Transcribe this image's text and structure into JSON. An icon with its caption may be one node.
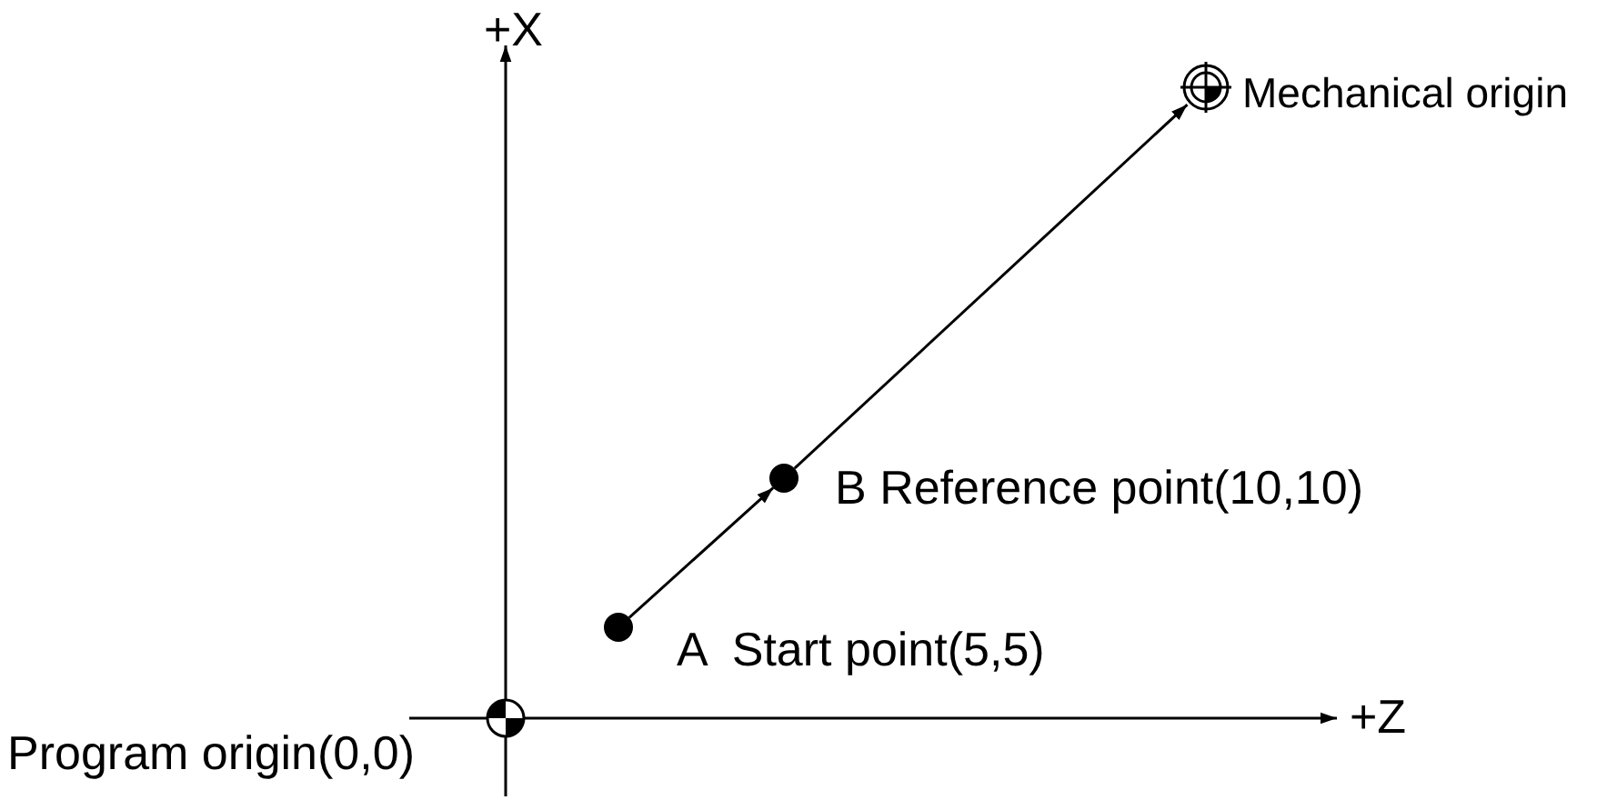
{
  "diagram": {
    "nodes": [
      {
        "text": [],
        "shape": "circle",
        "beside": [
          "Program origin(0,0)"
        ]
      },
      {
        "text": [],
        "shape": "circle",
        "beside": [
          "A  Start point(5,5)"
        ]
      },
      {
        "text": [],
        "shape": "circle",
        "beside": [
          "B Reference point(10,10)"
        ]
      },
      {
        "text": [],
        "shape": "circle",
        "beside": [
          "Mechanical origin"
        ]
      }
    ],
    "edges": [
      {
        "from": 1,
        "to": 2,
        "arrow": "to"
      },
      {
        "from": 2,
        "to": 3,
        "arrow": "to"
      }
    ],
    "labels": [
      "+X",
      "+Z"
    ]
  }
}
